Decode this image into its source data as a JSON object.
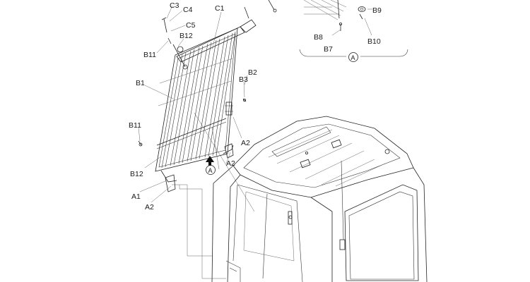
{
  "callouts": {
    "c3": "C3",
    "c4": "C4",
    "c5": "C5",
    "c1": "C1",
    "b12_top": "B12",
    "b11_top": "B11",
    "b1": "B1",
    "b2": "B2",
    "b3": "B3",
    "b11_left": "B11",
    "b12_bottom": "B12",
    "a1": "A1",
    "a2_right": "A2",
    "a2_mid": "A2",
    "a2_bottom": "A2",
    "detail_ref_circle": "A",
    "inset_ref_circle": "A",
    "b9": "B9",
    "b8": "B8",
    "b7": "B7",
    "b10": "B10"
  }
}
